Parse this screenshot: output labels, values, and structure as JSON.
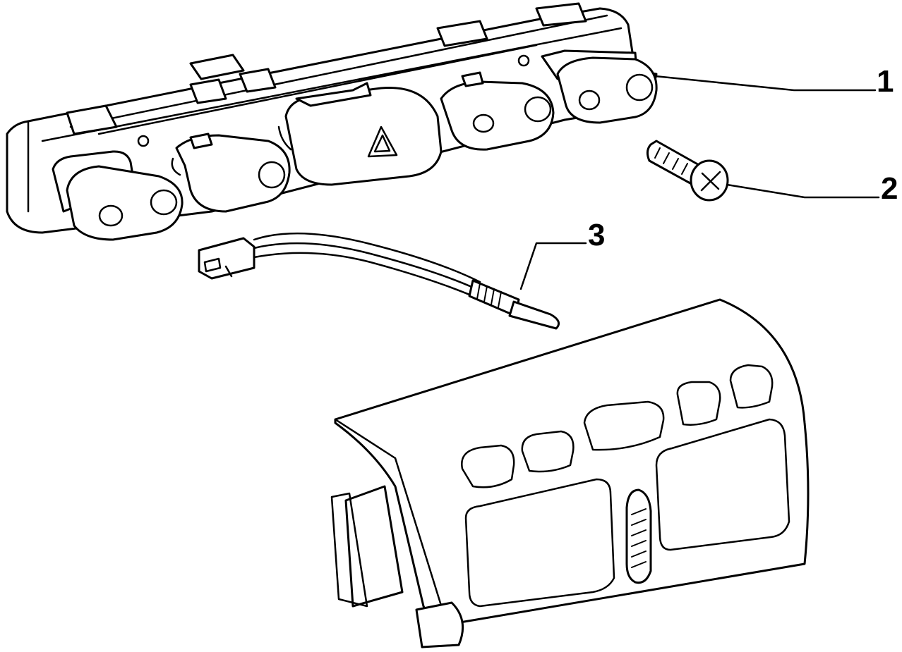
{
  "callouts": [
    {
      "id": "1",
      "label": "1",
      "part": "switch-panel"
    },
    {
      "id": "2",
      "label": "2",
      "part": "screw"
    },
    {
      "id": "3",
      "label": "3",
      "part": "bulb-harness"
    }
  ],
  "colors": {
    "line": "#000000",
    "background": "#ffffff"
  }
}
